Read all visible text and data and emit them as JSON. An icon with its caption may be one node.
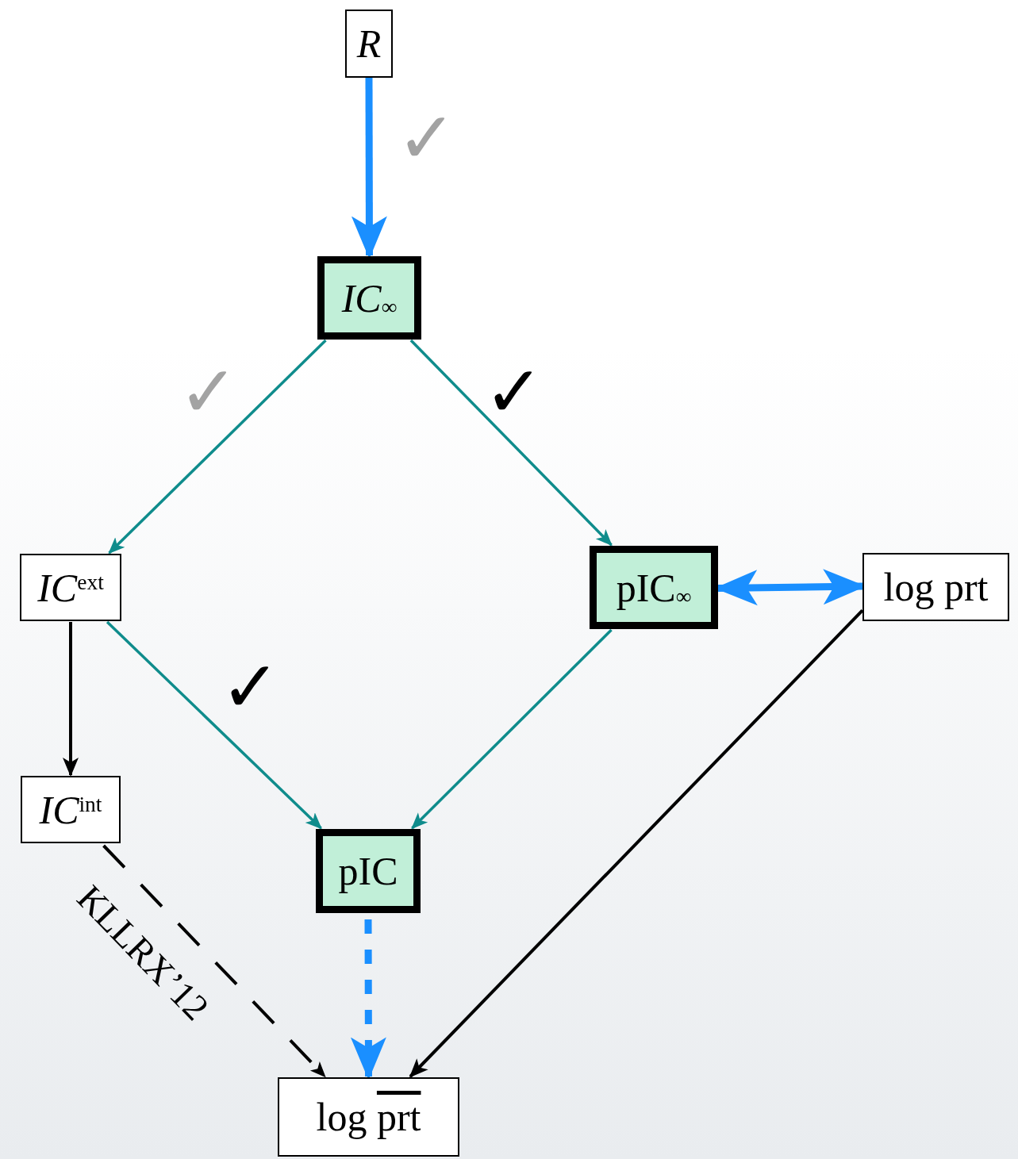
{
  "diagram": {
    "nodes": [
      {
        "text": [
          "*R*"
        ]
      },
      {
        "text": [
          "*IC*$_{∞}$"
        ]
      },
      {
        "text": [
          "*IC*$^{ext}$"
        ]
      },
      {
        "text": [
          "pIC$_{∞}$"
        ]
      },
      {
        "text": [
          "log prt"
        ]
      },
      {
        "text": [
          "*IC*$^{int}$"
        ]
      },
      {
        "text": [
          "pIC"
        ]
      },
      {
        "text": [
          "log prt"
        ]
      }
    ],
    "edges": [
      {
        "from": 0,
        "to": 1,
        "arrow": "to",
        "style": "thick",
        "color": "#1a8fff"
      },
      {
        "from": 1,
        "to": 2,
        "arrow": "to"
      },
      {
        "from": 1,
        "to": 3,
        "arrow": "to"
      },
      {
        "from": 2,
        "to": 5,
        "arrow": "to",
        "color": "#000000"
      },
      {
        "from": 2,
        "to": 6,
        "arrow": "to"
      },
      {
        "from": 3,
        "to": 6,
        "arrow": "to"
      },
      {
        "from": 3,
        "to": 4,
        "arrow": "both",
        "style": "thick",
        "color": "#1a8fff"
      },
      {
        "from": 4,
        "to": 7,
        "arrow": "to",
        "color": "#000000"
      },
      {
        "from": 6,
        "to": 7,
        "arrow": "to",
        "style": "dashed",
        "color": "#1a8fff"
      },
      {
        "from": 5,
        "to": 7,
        "arrow": "to",
        "style": "dashed",
        "label": "KLLRX’12",
        "color": "#000000"
      }
    ],
    "labels": [
      "✓",
      "✓",
      "✓",
      "✓"
    ]
  }
}
